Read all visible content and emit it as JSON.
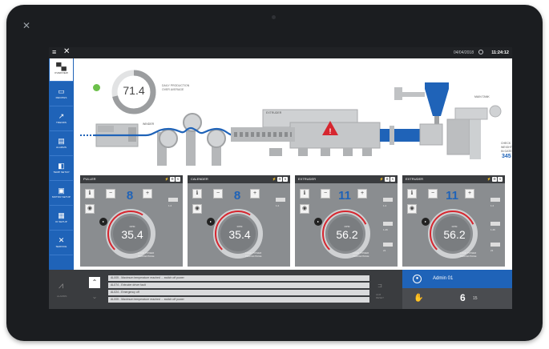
{
  "topbar": {
    "menu_icon": "hamburger-icon",
    "close_icon": "close-icon",
    "date": "04/04/2018",
    "time": "11:24:12"
  },
  "sidebar": {
    "items": [
      {
        "label": "OVERVIEW",
        "icon": "machine-icon"
      },
      {
        "label": "RECIPES",
        "icon": "recipe-icon"
      },
      {
        "label": "TRENDS",
        "icon": "trend-icon"
      },
      {
        "label": "ALARMS",
        "icon": "clipboard-icon"
      },
      {
        "label": "TEMP SETUP",
        "icon": "temp-icon"
      },
      {
        "label": "MOTOR SETUP",
        "icon": "motor-icon"
      },
      {
        "label": "IO SETUP",
        "icon": "io-icon"
      },
      {
        "label": "SERVICE",
        "icon": "tools-icon"
      }
    ]
  },
  "process": {
    "gauge_value": "71.4",
    "gauge_percent": 71.4,
    "gauge_caption_1": "DAILY PRODUCTION",
    "gauge_caption_2": "OVER AVERAGE",
    "label_winder": "WINDER",
    "label_extruder": "EXTRUDER",
    "label_main_tank": "MAIN TANK",
    "label_checkweigher": "CHECK WEIGHT",
    "label_checkweigher_2": "IN GATE",
    "checkweigher_value": "345",
    "warning_icon": "warning-icon"
  },
  "panels": [
    {
      "title": "PULLER",
      "value": "8",
      "dial_value": "35.4",
      "dial_unit": "RPM",
      "dial_percent": 62,
      "caption_1": "LOAD POWER",
      "caption_2": "PERCENTAGE",
      "stat_1": "1.2",
      "stat_2": "",
      "stat_3": ""
    },
    {
      "title": "CALENDER",
      "value": "8",
      "dial_value": "35.4",
      "dial_unit": "RPM",
      "dial_percent": 62,
      "caption_1": "LOAD POWER",
      "caption_2": "PERCENTAGE",
      "stat_1": "1.2",
      "stat_2": "",
      "stat_3": ""
    },
    {
      "title": "EXTRUDER",
      "value": "11",
      "dial_value": "56.2",
      "dial_unit": "RPM",
      "dial_percent": 74,
      "caption_1": "LOAD POWER",
      "caption_2": "PERCENTAGE",
      "stat_1": "1.2",
      "stat_2": "1.26",
      "stat_3": "21"
    },
    {
      "title": "EXTRUDER",
      "value": "11",
      "dial_value": "56.2",
      "dial_unit": "RPM",
      "dial_percent": 74,
      "caption_1": "LOAD POWER",
      "caption_2": "PERCENTAGE",
      "stat_1": "1.2",
      "stat_2": "1.26",
      "stat_3": "21"
    }
  ],
  "bottom": {
    "alarm_label": "ALARMS",
    "alarms": [
      "AL005 - Maximum temperature reached ... switch off power",
      "AL074 - Extruder driver fault",
      "AL024 - Emergency off",
      "AL005 - Maximum temperature reached ... switch off power"
    ],
    "ack_label_1": "ALM",
    "ack_label_2": "RESET",
    "user_name": "Admin 01",
    "user_level": "6",
    "user_count": "15"
  }
}
